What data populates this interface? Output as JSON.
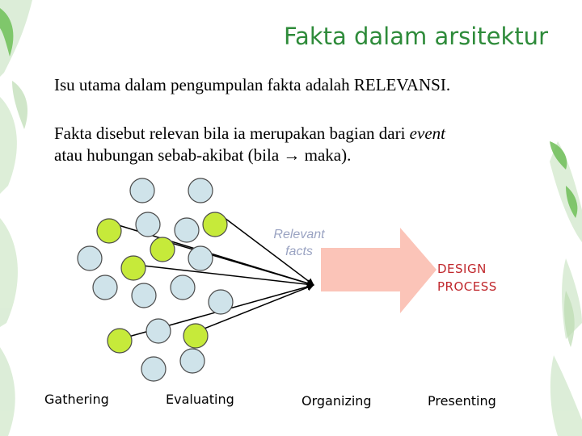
{
  "slide": {
    "title": "Fakta dalam arsitektur",
    "paragraph1": "Isu utama dalam pengumpulan fakta adalah RELEVANSI.",
    "paragraph2_part1": "Fakta disebut relevan bila ia merupakan bagian dari ",
    "paragraph2_italic": "event",
    "paragraph2_part2": "atau hubungan sebab-akibat (bila ",
    "paragraph2_arrow": "→",
    "paragraph2_part3": " maka)."
  },
  "diagram": {
    "relevant_line1": "Relevant",
    "relevant_line2": "facts",
    "process_line1": "DESIGN",
    "process_line2": "PROCESS",
    "steps": [
      "Gathering",
      "Evaluating",
      "Organizing",
      "Presenting"
    ],
    "colors": {
      "fact_fill": "#cfe3ea",
      "relevant_fill": "#c6ea3a",
      "arrow_fill": "#fbc4b8",
      "title": "#2e8b3a",
      "process_text": "#c0282d",
      "relevant_text": "#9aa3c2"
    }
  }
}
